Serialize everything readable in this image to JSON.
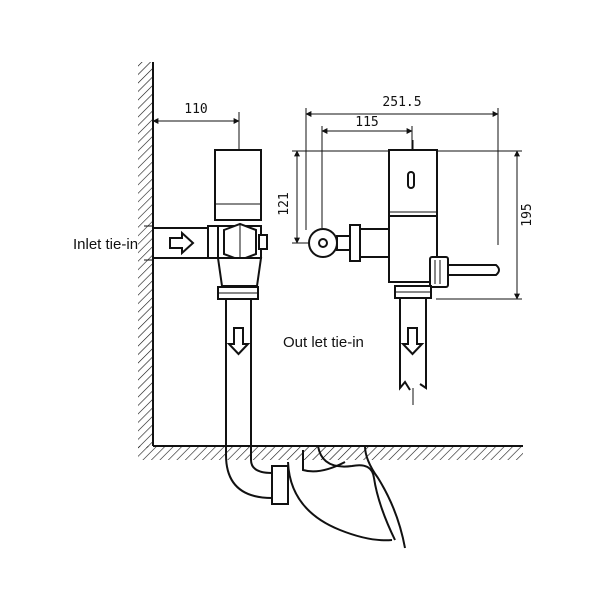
{
  "labels": {
    "inlet": "Inlet tie-in",
    "outlet": "Out let tie-in"
  },
  "dimensions": {
    "wall_to_center": "110",
    "total_width": "251.5",
    "body_to_center": "115",
    "height_left": "121",
    "height_right": "195"
  },
  "colors": {
    "line": "#111111",
    "background": "#ffffff"
  }
}
